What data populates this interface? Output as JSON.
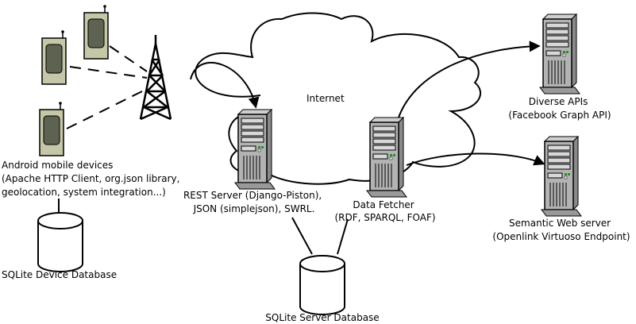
{
  "cloud": {
    "label": "Internet"
  },
  "android": {
    "lines": [
      "Android mobile devices",
      "(Apache HTTP Client, org.json library,",
      "geolocation, system integration...)"
    ]
  },
  "device_db": {
    "label": "SQLite Device Database"
  },
  "rest_server": {
    "lines": [
      "REST Server (Django-Piston),",
      "JSON (simplejson), SWRL."
    ]
  },
  "data_fetcher": {
    "lines": [
      "Data Fetcher",
      "(RDF, SPARQL, FOAF)"
    ]
  },
  "server_db": {
    "label": "SQLite Server Database"
  },
  "diverse_apis": {
    "lines": [
      "Diverse APIs",
      "(Facebook Graph API)"
    ]
  },
  "semantic_server": {
    "lines": [
      "Semantic Web server",
      "(Openlink Virtuoso Endpoint)"
    ]
  }
}
